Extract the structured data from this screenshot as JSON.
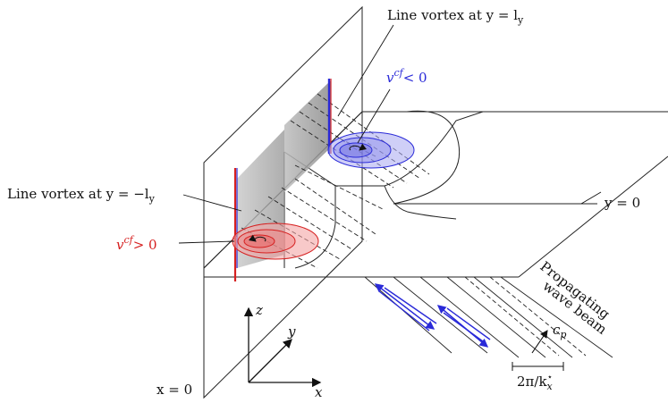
{
  "labels": {
    "vortex_top": "Line vortex at y = l",
    "vortex_top_sub": "y",
    "vortex_bottom": "Line vortex at y = −l",
    "vortex_bottom_sub": "y",
    "vcf_neg": "< 0",
    "vcf_pos": "> 0",
    "vcf_symbol": "v",
    "vcf_sup": "cf",
    "y_zero": "y = 0",
    "x_zero": "x = 0",
    "beam_line1": "Propagating",
    "beam_line2": "wave beam",
    "cp": "c",
    "cp_sub": "p",
    "wavelength": "2π/k",
    "wavelength_sub": "x",
    "wavelength_sup": "⋆",
    "axis_x": "x",
    "axis_y": "y",
    "axis_z": "z"
  },
  "colors": {
    "positive": "#d62020",
    "negative": "#2a2ad8",
    "positive_fill": "#f4a5a5",
    "negative_fill": "#a8a8f0",
    "grey_sheet": "#9a9a9a"
  }
}
